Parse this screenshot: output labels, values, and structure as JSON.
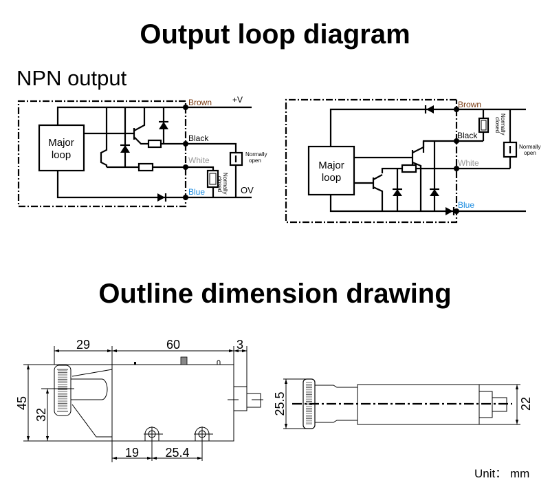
{
  "titles": {
    "output_loop": "Output loop diagram",
    "npn_output": "NPN output",
    "outline": "Outline dimension drawing"
  },
  "circuit_left": {
    "block": [
      "Major",
      "loop"
    ],
    "wires": {
      "brown": "Brown",
      "black": "Black",
      "white": "White",
      "blue": "Blue"
    },
    "supply_pos": "+V",
    "supply_neg": "OV",
    "load_no": [
      "Normally",
      "open"
    ],
    "load_nc": [
      "Normally",
      "closed"
    ]
  },
  "circuit_right": {
    "block": [
      "Major",
      "loop"
    ],
    "wires": {
      "brown": "Brown",
      "black": "Black",
      "white": "White",
      "blue": "Blue"
    },
    "load_no": [
      "Normally",
      "open"
    ],
    "load_nc": [
      "Normally",
      "closed"
    ]
  },
  "wire_colors": {
    "brown": "#7a3b12",
    "white": "#9a9a9a",
    "blue": "#1a8be0",
    "black": "#000000"
  },
  "dimensions": {
    "side": {
      "d29": "29",
      "d60": "60",
      "d3": "3",
      "d45": "45",
      "d32": "32",
      "d19": "19",
      "d25_4": "25.4"
    },
    "top": {
      "d25_5": "25.5",
      "d22": "22"
    }
  },
  "unit": "Unit：  mm"
}
